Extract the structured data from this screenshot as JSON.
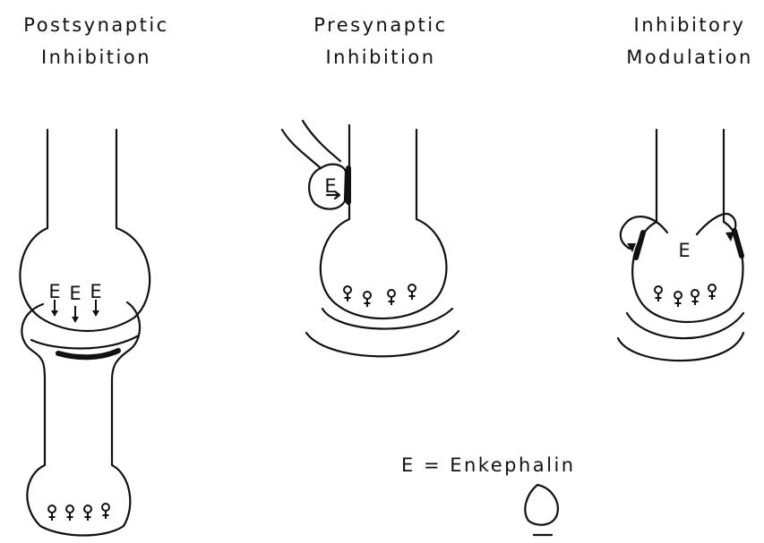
{
  "panels": [
    {
      "title_line1": "Postsynaptic",
      "title_line2": "Inhibition"
    },
    {
      "title_line1": "Presynaptic",
      "title_line2": "Inhibition"
    },
    {
      "title_line1": "Inhibitory",
      "title_line2": "Modulation"
    }
  ],
  "enkephalin_symbol": "E",
  "legend": "E = Enkephalin"
}
